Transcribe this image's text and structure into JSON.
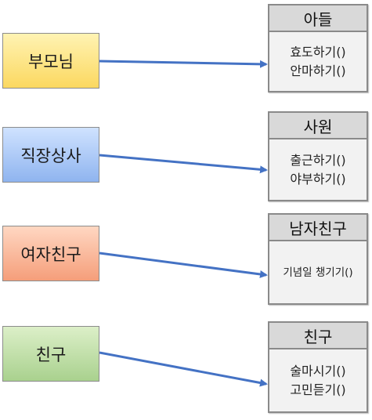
{
  "sources": [
    {
      "label": "부모님"
    },
    {
      "label": "직장상사"
    },
    {
      "label": "여자친구"
    },
    {
      "label": "친구"
    }
  ],
  "classes": [
    {
      "title": "아들",
      "methods": [
        "효도하기()",
        "안마하기()"
      ]
    },
    {
      "title": "사원",
      "methods": [
        "출근하기()",
        "야부하기()"
      ]
    },
    {
      "title": "남자친구",
      "methods": [
        "기념일 챙기기()"
      ]
    },
    {
      "title": "친구",
      "methods": [
        "술마시기()",
        "고민듣기()"
      ]
    }
  ],
  "colors": {
    "arrow": "#4472c4"
  }
}
